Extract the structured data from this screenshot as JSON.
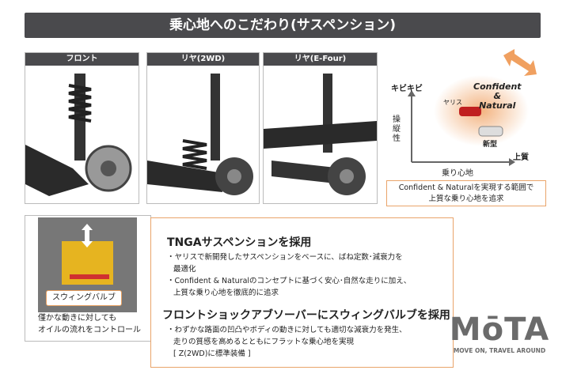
{
  "title": "乗心地へのこだわり(サスペンション)",
  "panels": [
    {
      "label": "フロント"
    },
    {
      "label": "リヤ(2WD)"
    },
    {
      "label": "リヤ(E-Four)"
    }
  ],
  "detail": {
    "callout": "スウィングバルブ",
    "caption_line1": "僅かな動きに対しても",
    "caption_line2": "オイルの流れをコントロール"
  },
  "features": {
    "heading1": "TNGAサスペンションを採用",
    "bullet1_line1": "・ヤリスで新開発したサスペンションをベースに、ばね定数･減衰力を",
    "bullet1_line2": "最適化",
    "bullet2_line1": "・Confident & Naturalのコンセプトに基づく安心･自然な走りに加え、",
    "bullet2_line2": "上質な乗り心地を徹底的に追求",
    "heading2": "フロントショックアブソーバーにスウィングバルブを採用",
    "bullet3_line1": "・わずかな路面の凹凸やボディの動きに対しても適切な減衰力を発生、",
    "bullet3_line2": "走りの質感を高めるとともにフラットな乗心地を実現",
    "bullet3_line3": "[ Z(2WD)に標準装備 ]"
  },
  "positioning": {
    "y_top": "キビキビ",
    "y_label": "操縦性",
    "x_label": "乗り心地",
    "x_right": "上質",
    "zone_line1": "Confident",
    "zone_line2": "&",
    "zone_line3": "Natural",
    "car_old": "ヤリス",
    "car_new": "新型",
    "note_line1": "Confident & Naturalを実現する範囲で",
    "note_line2": "上質な乗り心地を追求",
    "accent": "#f0a060"
  },
  "logo": {
    "name": "MōTA",
    "tagline": "MOVE ON, TRAVEL AROUND"
  }
}
